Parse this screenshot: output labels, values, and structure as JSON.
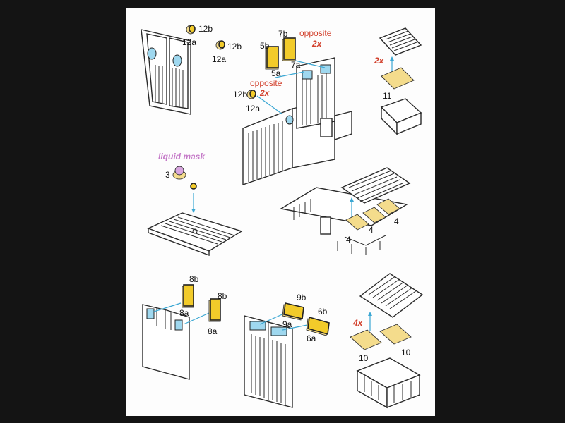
{
  "colors": {
    "background": "#141414",
    "sheet": "#fdfdfd",
    "part_yellow": "#f2cb2a",
    "part_light": "#f4dc8c",
    "leader_blue": "#3ba7d3",
    "note_red": "#d2402c",
    "mask_pink": "#c57ac8",
    "glass_blue": "#9fd8ef"
  },
  "labels": {
    "p12b_1": "12b",
    "p12a_1": "12a",
    "p12b_2": "12b",
    "p12a_2": "12a",
    "p5b": "5b",
    "p5a": "5a",
    "p7b": "7b",
    "p7a": "7a",
    "opposite_1": "opposite",
    "mult_2x_1": "2x",
    "p12b_3": "12b",
    "p12a_3": "12a",
    "opposite_2": "opposite",
    "mult_2x_2": "2x",
    "mult_2x_3": "2x",
    "p11": "11",
    "liquid_mask": "liquid mask",
    "p3": "3",
    "p4_1": "4",
    "p4_2": "4",
    "p4_3": "4",
    "p8b_1": "8b",
    "p8a_1": "8a",
    "p8b_2": "8b",
    "p8a_2": "8a",
    "p9b": "9b",
    "p9a": "9a",
    "p6b": "6b",
    "p6a": "6a",
    "mult_4x": "4x",
    "p10_1": "10",
    "p10_2": "10"
  }
}
